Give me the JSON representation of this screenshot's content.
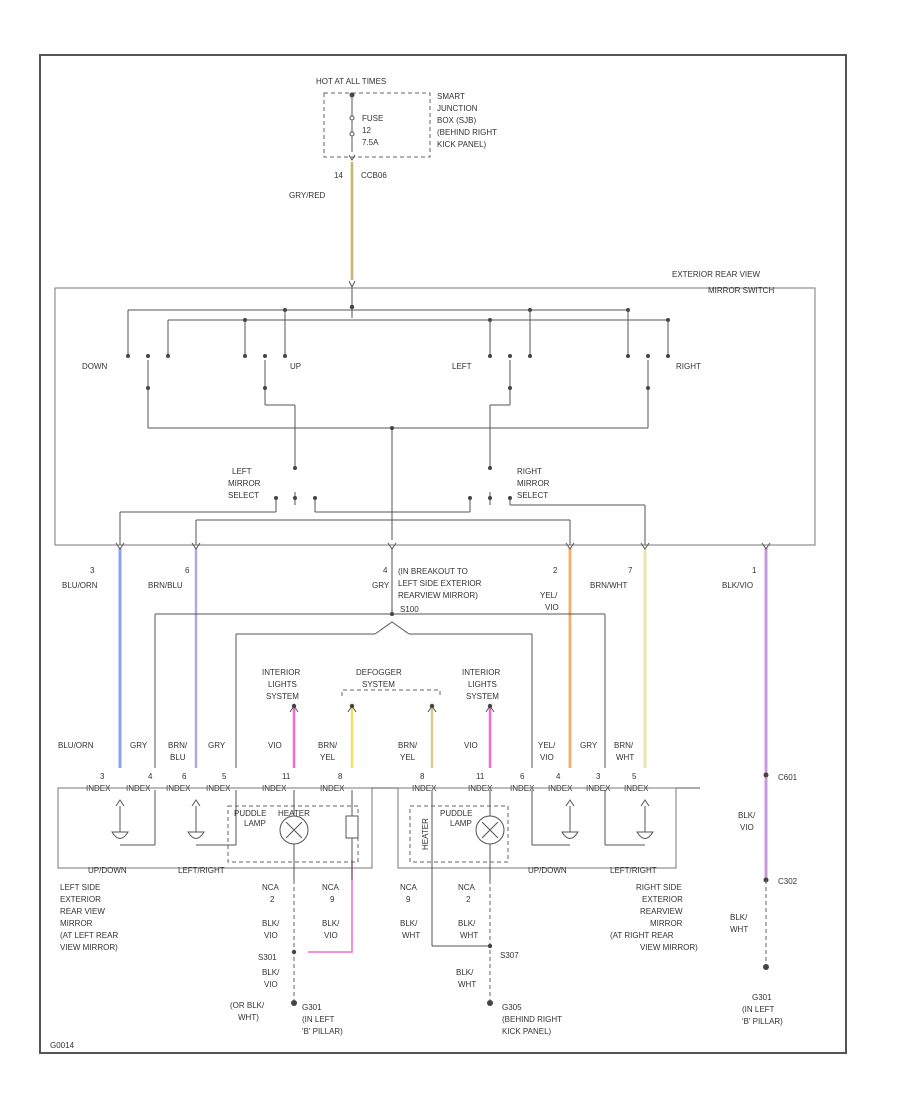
{
  "diagram_id": "G0014",
  "colors": {
    "gry_red": "#e8d488",
    "blu_org": "#8aa4f0",
    "brn_blu": "#b4a8e0",
    "yel_vio": "#f5b070",
    "brn_wht": "#eee2b0",
    "blk_vio": "#c89ad8",
    "pink": "#f06ad8",
    "yellow": "#f4e060",
    "tan": "#dcc890"
  },
  "power": {
    "hot": "HOT AT ALL TIMES",
    "fuse_label": "FUSE",
    "fuse_num": "12",
    "fuse_amps": "7.5A",
    "junction": [
      "SMART",
      "JUNCTION",
      "BOX (SJB)",
      "(BEHIND RIGHT",
      "KICK PANEL)"
    ]
  },
  "feed": {
    "pin": "14",
    "circuit": "CCB06",
    "wire": "GRY/RED"
  },
  "switch": {
    "name": [
      "EXTERIOR REAR VIEW",
      "MIRROR SWITCH"
    ],
    "down": "DOWN",
    "up": "UP",
    "left": "LEFT",
    "right": "RIGHT",
    "left_select": [
      "LEFT",
      "MIRROR",
      "SELECT"
    ],
    "right_select": [
      "RIGHT",
      "MIRROR",
      "SELECT"
    ]
  },
  "pins": {
    "p3": "3",
    "p6": "6",
    "p4": "4",
    "p2": "2",
    "p7": "7",
    "p1": "1"
  },
  "wires": {
    "blu_org": "BLU/ORN",
    "brn_blu": "BRN/BLU",
    "gry": "GRY",
    "yel_vio": [
      "YEL/",
      "VIO"
    ],
    "brn_wht": "BRN/WHT",
    "blk_vio": "BLK/VIO"
  },
  "breakout": [
    "(IN BREAKOUT TO",
    "LEFT SIDE EXTERIOR",
    "REARVIEW MIRROR)"
  ],
  "splice_s100": "S100",
  "modules": {
    "interior_lights": [
      "INTERIOR",
      "LIGHTS",
      "SYSTEM"
    ],
    "defogger": [
      "DEFOGGER",
      "SYSTEM"
    ]
  },
  "left_mirror": {
    "wire_blu_org": "BLU/ORN",
    "wire_gry_a": "GRY",
    "wire_brn": [
      "BRN/",
      "BLU"
    ],
    "wire_gry_b": "GRY",
    "wire_vio": "VIO",
    "wire_brn_yel": [
      "BRN/",
      "YEL"
    ],
    "pins": [
      "3",
      "4",
      "6",
      "5",
      "11",
      "8"
    ],
    "conn": "INDEX",
    "puddle": [
      "PUDDLE",
      "LAMP"
    ],
    "heater": "HEATER",
    "updown": "UP/DOWN",
    "leftright": "LEFT/RIGHT",
    "label": [
      "LEFT SIDE",
      "EXTERIOR",
      "REAR VIEW",
      "MIRROR",
      "(AT LEFT REAR",
      "VIEW MIRROR)"
    ],
    "nca_a": [
      "NCA",
      "2"
    ],
    "nca_b": [
      "NCA",
      "9"
    ],
    "blk_vio_a": [
      "BLK/",
      "VIO"
    ],
    "blk_vio_b": [
      "BLK/",
      "VIO"
    ],
    "s301": "S301",
    "blk_vio_c": [
      "BLK/",
      "VIO"
    ],
    "ground_note": [
      "(OR BLK/",
      "WHT)"
    ],
    "g301": [
      "G301",
      "(IN LEFT",
      "'B' PILLAR)"
    ]
  },
  "right_mirror": {
    "wire_brn_yel": [
      "BRN/",
      "YEL"
    ],
    "wire_vio": "VIO",
    "wire_yel": [
      "YEL/",
      "VIO"
    ],
    "wire_gry": "GRY",
    "wire_brn_wht": [
      "BRN/",
      "WHT"
    ],
    "pins": [
      "8",
      "11",
      "6",
      "4",
      "3",
      "5"
    ],
    "conn": "INDEX",
    "puddle": [
      "PUDDLE",
      "LAMP"
    ],
    "heater": "HEATER",
    "updown": "UP/DOWN",
    "leftright": "LEFT/RIGHT",
    "label": [
      "RIGHT SIDE",
      "EXTERIOR",
      "REARVIEW",
      "MIRROR",
      "(AT RIGHT REAR",
      "VIEW MIRROR)"
    ],
    "nca_a": [
      "NCA",
      "9"
    ],
    "nca_b": [
      "NCA",
      "2"
    ],
    "blk_wht_a": [
      "BLK/",
      "WHT"
    ],
    "blk_wht_b": [
      "BLK/",
      "WHT"
    ],
    "s307": "S307",
    "blk_wht_c": [
      "BLK/",
      "WHT"
    ],
    "g305": [
      "G305",
      "(BEHIND RIGHT",
      "KICK PANEL)"
    ]
  },
  "ground_right": {
    "c601": "C601",
    "wire_a": [
      "BLK/",
      "VIO"
    ],
    "c302": "C302",
    "wire_b": [
      "BLK/",
      "WHT"
    ],
    "g301": [
      "G301",
      "(IN LEFT",
      "'B' PILLAR)"
    ]
  }
}
